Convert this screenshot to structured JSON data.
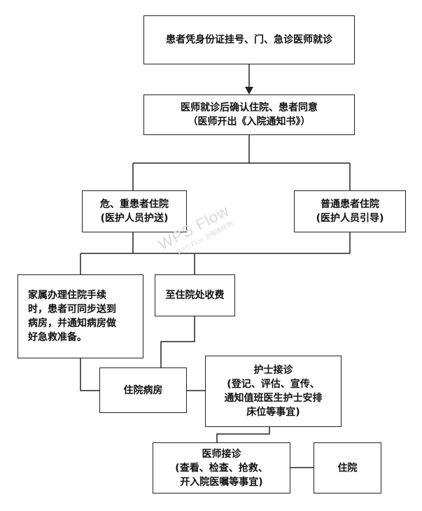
{
  "nodes": {
    "registration": {
      "lines": [
        "患者凭身份证挂号、门、急诊医师就诊"
      ]
    },
    "confirm_admission": {
      "lines": [
        "医师就诊后确认住院、患者同意",
        "（医师开出《入院通知书》）"
      ]
    },
    "critical_admission": {
      "lines": [
        "危、重患者住院",
        "(医护人员护送)"
      ]
    },
    "normal_admission": {
      "lines": [
        "普通患者住院",
        "(医护人员引导)"
      ]
    },
    "family_procedures": {
      "lines": [
        "家属办理住院手续",
        "时，患者可同步送到",
        "病房，并通知病房做",
        "好急救准备。"
      ]
    },
    "cashier": {
      "lines": [
        "至住院处收费"
      ]
    },
    "ward": {
      "lines": [
        "住院病房"
      ]
    },
    "nurse_reception": {
      "lines": [
        "护士接诊",
        "(登记、评估、宣传、",
        "通知值班医生护士安排",
        "床位等事宜)"
      ]
    },
    "doctor_reception": {
      "lines": [
        "医师接诊",
        "(查看、检查、抢救、",
        "开入院医嘱等事宜)"
      ]
    },
    "hospitalized": {
      "lines": [
        "住院"
      ]
    }
  },
  "watermark": {
    "text": "WPS Flow",
    "subtext": "WPS Flow 流程图绘制"
  }
}
